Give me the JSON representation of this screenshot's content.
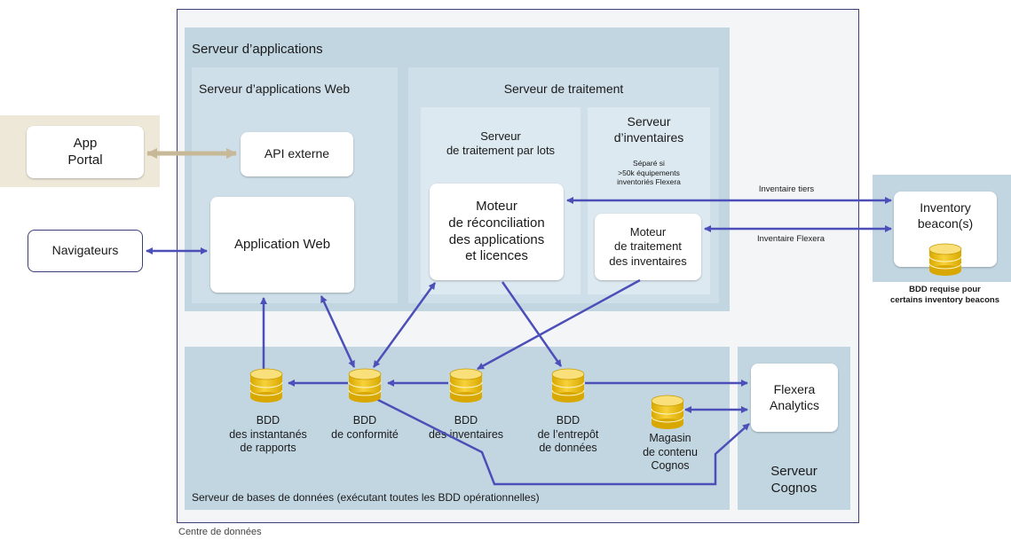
{
  "datacenter": {
    "label": "Centre de données"
  },
  "app_server": {
    "label": "Serveur d’applications"
  },
  "web_app_server": {
    "label": "Serveur d’applications Web"
  },
  "processing_server": {
    "label": "Serveur de traitement"
  },
  "batch_server": {
    "label": "Serveur\nde traitement par lots"
  },
  "inventory_server": {
    "label": "Serveur\nd’inventaires",
    "note": "Séparé si\n>50k équipements\ninventoriés Flexera"
  },
  "app_portal": {
    "label": "App\nPortal"
  },
  "api_externe": {
    "label": "API externe"
  },
  "web_app": {
    "label": "Application Web"
  },
  "navigateurs": {
    "label": "Navigateurs"
  },
  "reconciliation_engine": {
    "label": "Moteur\nde réconciliation\ndes applications\net licences"
  },
  "inventory_engine": {
    "label": "Moteur\nde traitement\ndes inventaires"
  },
  "inventory_beacon": {
    "label": "Inventory\nbeacon(s)",
    "db_note": "BDD requise pour\ncertains inventory beacons"
  },
  "flow_labels": {
    "third_party": "Inventaire tiers",
    "flexera": "Inventaire Flexera"
  },
  "db_server": {
    "label": "Serveur de bases de données (exécutant toutes les BDD opérationnelles)"
  },
  "databases": {
    "snapshots": "BDD\ndes instantanés\nde rapports",
    "compliance": "BDD\nde conformité",
    "inventory": "BDD\ndes inventaires",
    "warehouse": "BDD\nde l’entrepôt\nde données",
    "content_store": "Magasin\nde contenu\nCognos"
  },
  "cognos_server": {
    "label": "Serveur\nCognos"
  },
  "flexera_analytics": {
    "label": "Flexera\nAnalytics"
  },
  "colors": {
    "arrow": "#4d4fb8",
    "db": "#e8b800",
    "portal_connector": "#c7b997",
    "panel_border": "#3a3f7a"
  }
}
